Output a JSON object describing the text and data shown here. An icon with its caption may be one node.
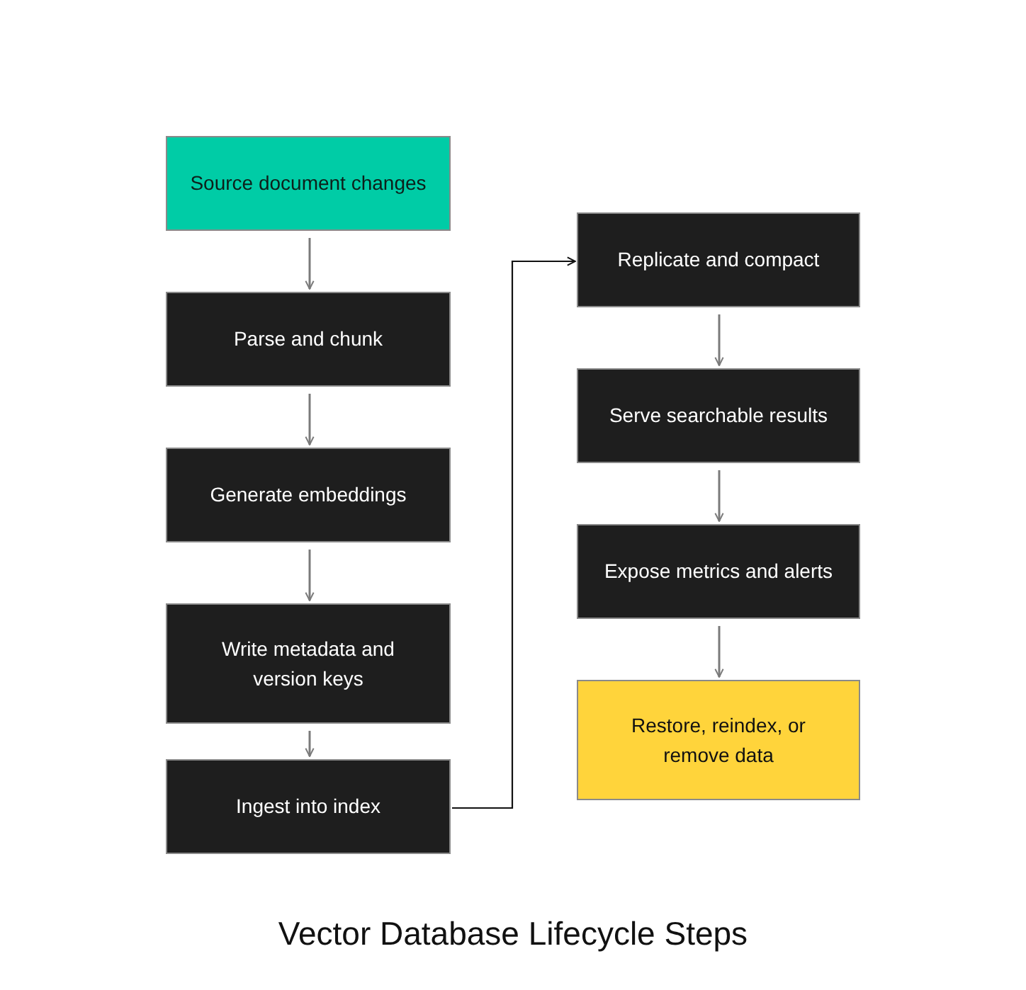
{
  "diagram": {
    "title": "Vector Database Lifecycle Steps",
    "nodes": [
      {
        "text": [
          "Source document changes"
        ]
      },
      {
        "text": [
          "Parse and chunk"
        ]
      },
      {
        "text": [
          "Generate embeddings"
        ]
      },
      {
        "text": [
          "Write metadata and version keys"
        ]
      },
      {
        "text": [
          "Ingest into index"
        ]
      },
      {
        "text": [
          "Replicate and compact"
        ]
      },
      {
        "text": [
          "Serve searchable results"
        ]
      },
      {
        "text": [
          "Expose metrics and alerts"
        ]
      },
      {
        "text": [
          "Restore, reindex, or remove data"
        ]
      }
    ],
    "edges": [
      {
        "from": 0,
        "to": 1,
        "arrow": "to"
      },
      {
        "from": 1,
        "to": 2,
        "arrow": "to"
      },
      {
        "from": 2,
        "to": 3,
        "arrow": "to"
      },
      {
        "from": 3,
        "to": 4,
        "arrow": "to"
      },
      {
        "from": 4,
        "to": 5,
        "arrow": "to",
        "color": "#111111"
      },
      {
        "from": 5,
        "to": 6,
        "arrow": "to"
      },
      {
        "from": 6,
        "to": 7,
        "arrow": "to"
      },
      {
        "from": 7,
        "to": 8,
        "arrow": "to"
      }
    ]
  }
}
